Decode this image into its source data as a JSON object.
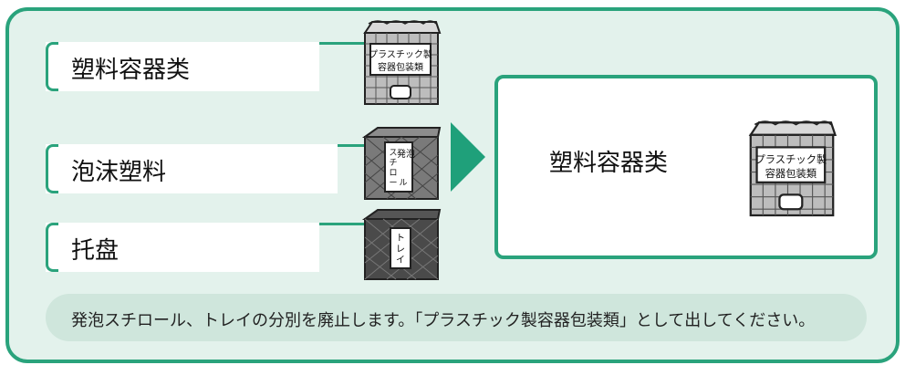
{
  "sources": [
    {
      "label": "塑料容器类",
      "bin_icon": "plastic-container-bin"
    },
    {
      "label": "泡沫塑料",
      "bin_icon": "styrofoam-bin",
      "bin_text": "発泡\nスチロール"
    },
    {
      "label": "托盘",
      "bin_icon": "tray-bin",
      "bin_text": "トレイ"
    }
  ],
  "destination": {
    "label": "塑料容器类",
    "bin_icon": "plastic-container-bin"
  },
  "bin_plastic_text": "プラスチック製\n容器包装類",
  "note": "発泡スチロール、トレイの分別を廃止します。「プラスチック製容器包装類」として出してください。",
  "colors": {
    "accent": "#2aa37c",
    "panel": "#e3f2ec",
    "note_bg": "#cfe6dc"
  }
}
